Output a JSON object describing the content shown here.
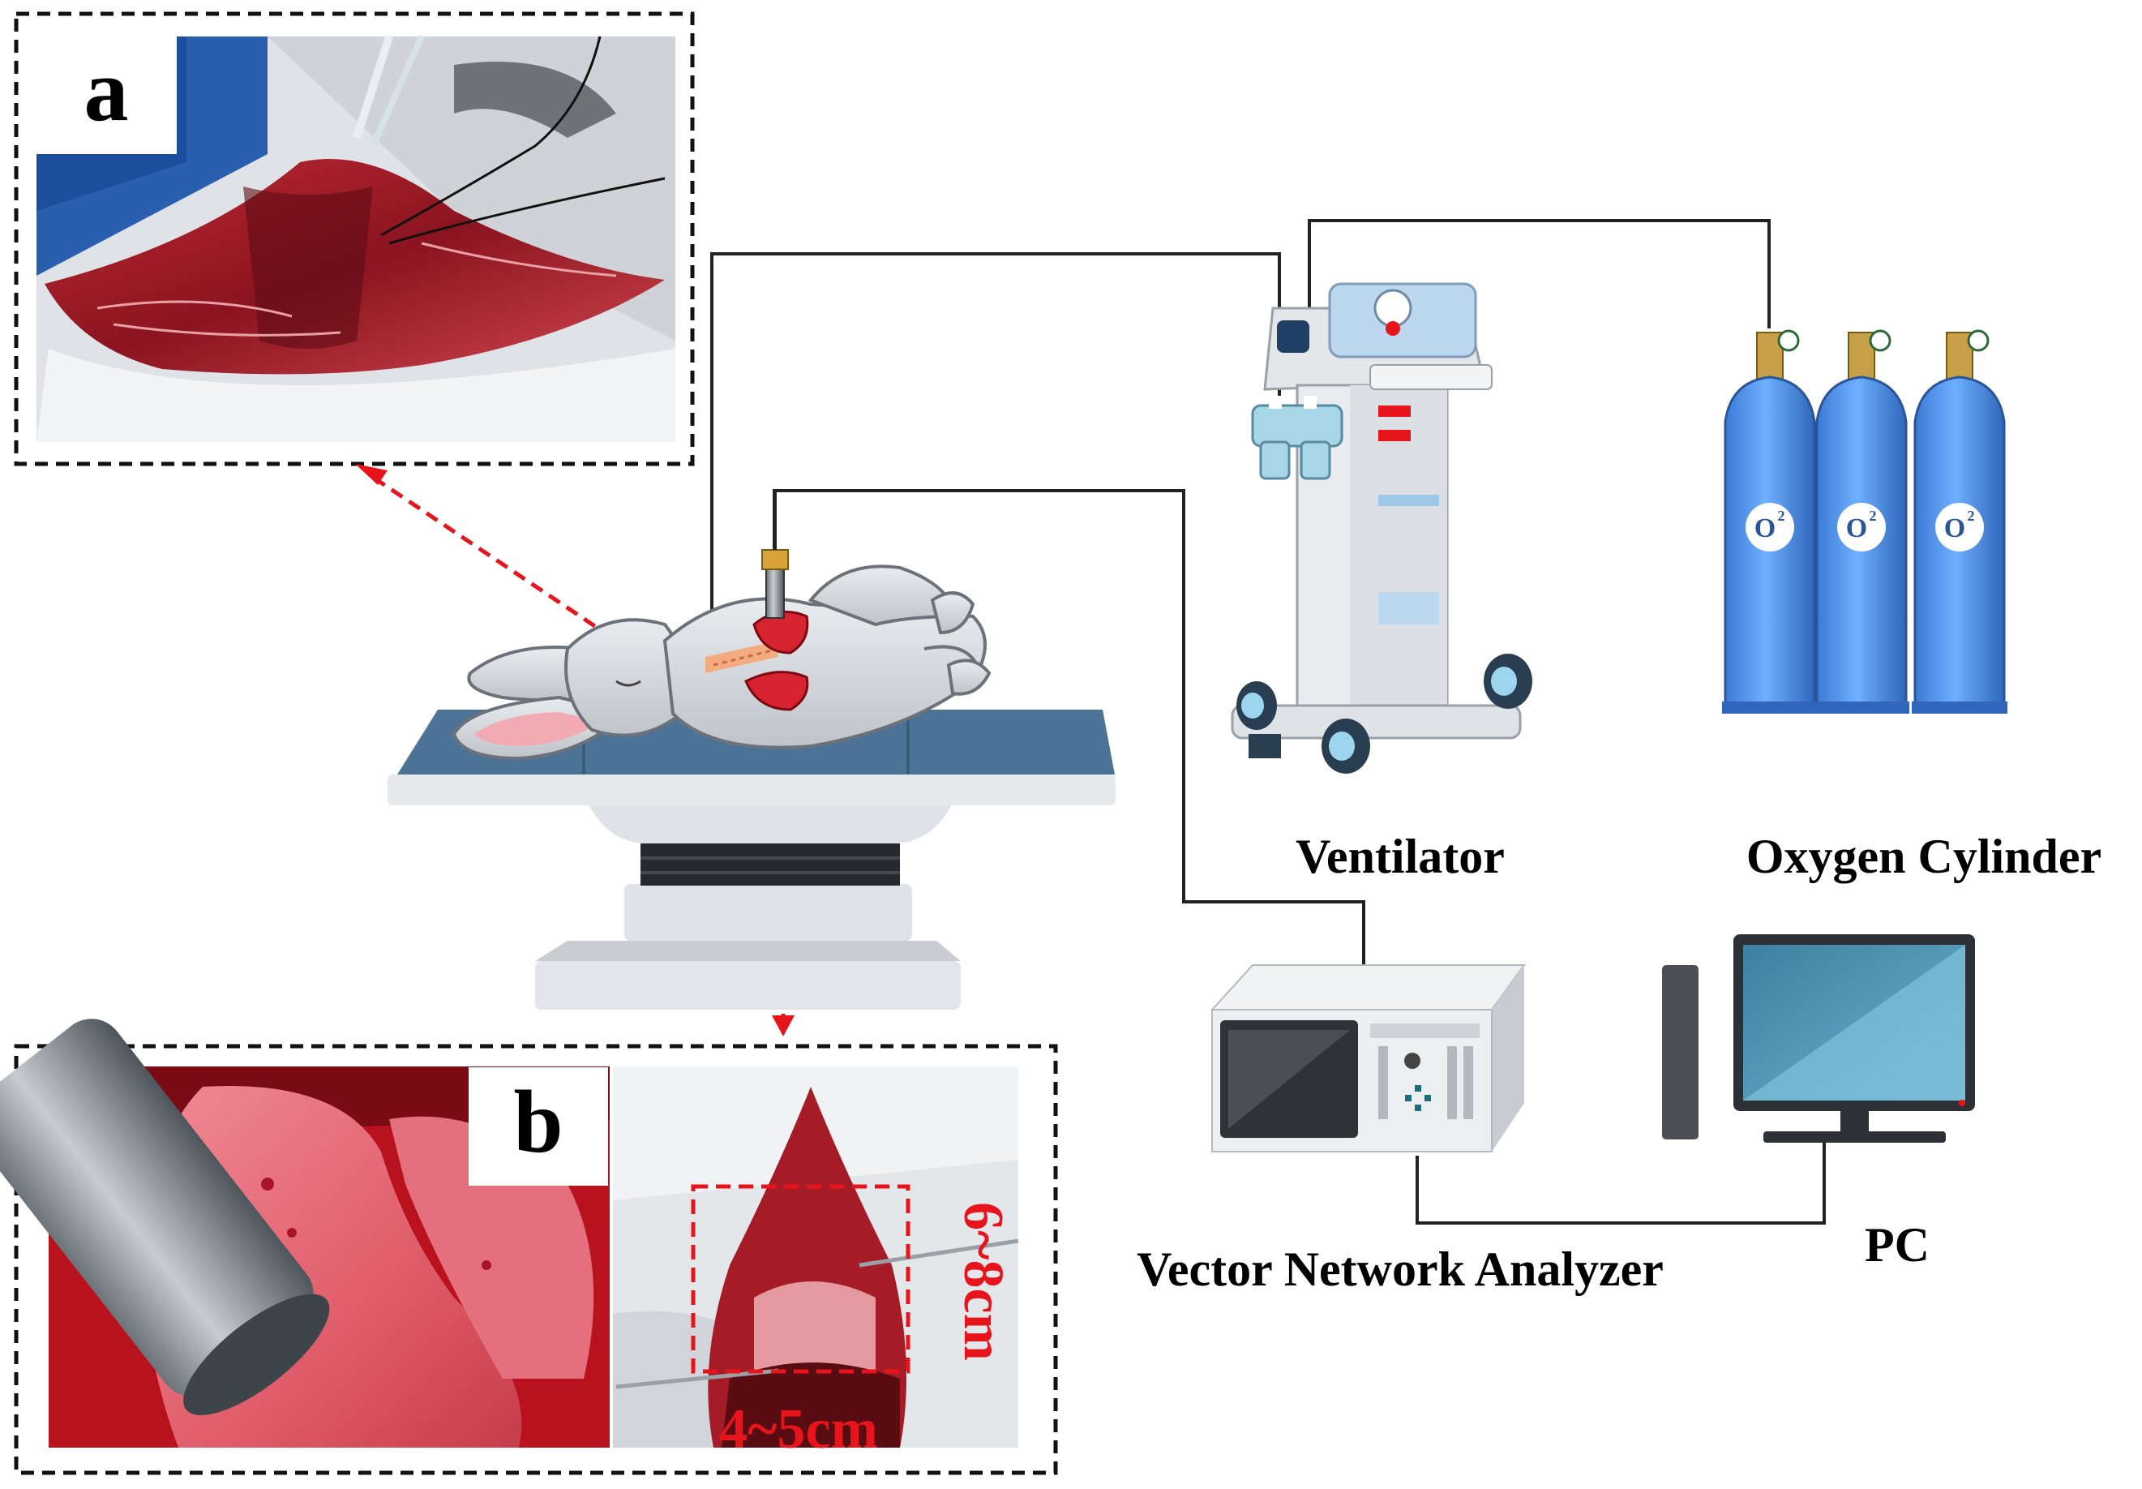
{
  "panels": {
    "a": {
      "letter": "a"
    },
    "b": {
      "letter": "b"
    }
  },
  "labels": {
    "ventilator": "Ventilator",
    "oxygen_cylinder": "Oxygen Cylinder",
    "vna": "Vector Network Analyzer",
    "pc": "PC"
  },
  "cylinders": {
    "mark": "O",
    "sup": "2"
  },
  "dimensions": {
    "height": "6~8cm",
    "width": "4~5cm"
  },
  "colors": {
    "accent_red": "#e8141b",
    "cylinder_blue": "#4a8fe8",
    "table_blue": "#4c7396",
    "tissue_red": "#b0202a"
  }
}
